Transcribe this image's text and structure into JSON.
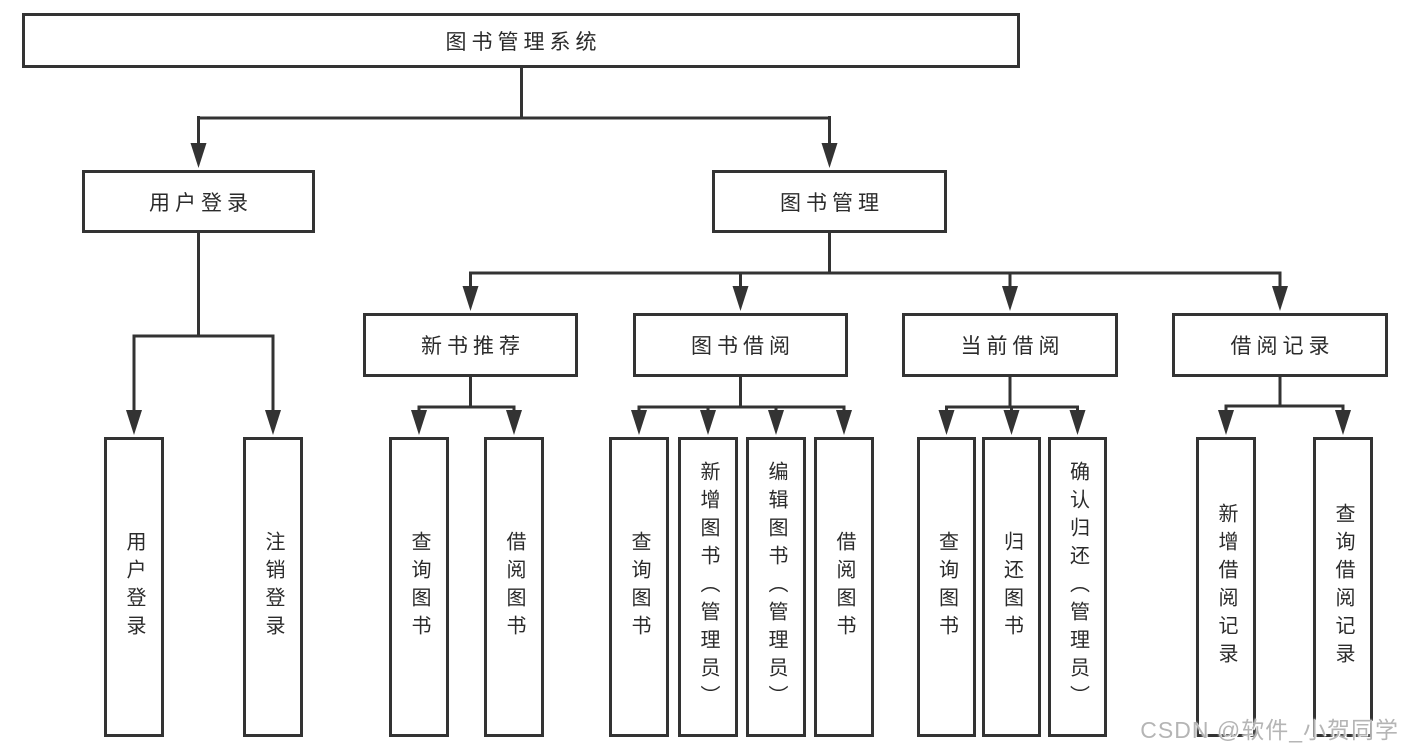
{
  "diagram": {
    "root": {
      "label": "图书管理系统"
    },
    "user": {
      "label": "用户登录",
      "children": {
        "login": {
          "label": "用户登录"
        },
        "logout": {
          "label": "注销登录"
        }
      }
    },
    "book": {
      "label": "图书管理",
      "recommend": {
        "label": "新书推荐",
        "children": {
          "query": {
            "label": "查询图书"
          },
          "borrow": {
            "label": "借阅图书"
          }
        }
      },
      "borrow": {
        "label": "图书借阅",
        "children": {
          "query": {
            "label": "查询图书"
          },
          "add": {
            "label": "新增图书（管理员）"
          },
          "edit": {
            "label": "编辑图书（管理员）"
          },
          "borrow": {
            "label": "借阅图书"
          }
        }
      },
      "current": {
        "label": "当前借阅",
        "children": {
          "query": {
            "label": "查询图书"
          },
          "return": {
            "label": "归还图书"
          },
          "confirm": {
            "label": "确认归还（管理员）"
          }
        }
      },
      "records": {
        "label": "借阅记录",
        "children": {
          "add": {
            "label": "新增借阅记录"
          },
          "query": {
            "label": "查询借阅记录"
          }
        }
      }
    }
  },
  "watermark": {
    "text": "CSDN @软件_小贺同学"
  },
  "colors": {
    "line": "#333333",
    "text": "#2b2b2b",
    "background": "#ffffff",
    "watermark": "#b5b5b5"
  }
}
